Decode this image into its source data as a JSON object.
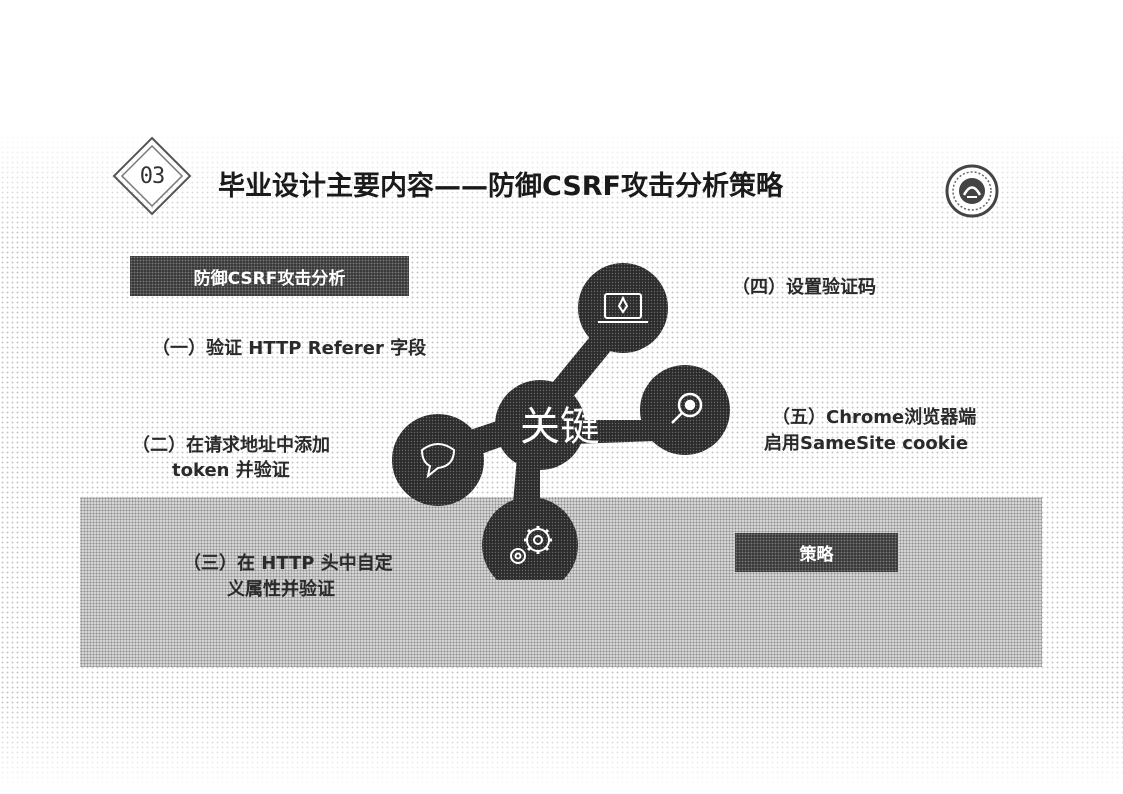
{
  "slide": {
    "number": "03",
    "title": "毕业设计主要内容——防御CSRF攻击分析策略"
  },
  "boxes": {
    "analysis": "防御CSRF攻击分析",
    "strategy": "策略"
  },
  "items": {
    "item1": "（一）验证 HTTP Referer 字段",
    "item2_line1": "（二）在请求地址中添加",
    "item2_line2": "token 并验证",
    "item3_line1": "（三）在 HTTP 头中自定",
    "item3_line2": "义属性并验证",
    "item4": "（四）设置验证码",
    "item5_line1": "（五）Chrome浏览器端",
    "item5_line2": "启用SameSite cookie"
  },
  "hub_text": "关键",
  "icons": {
    "top": "laptop-rocket-icon",
    "right": "magnifier-icon",
    "bottom": "gears-icon",
    "left": "bubble-icon",
    "logo": "university-seal-icon"
  },
  "colors": {
    "node_dark": "#2e2e2e",
    "band": "#d8d8d8",
    "box": "#3a3a3a"
  }
}
